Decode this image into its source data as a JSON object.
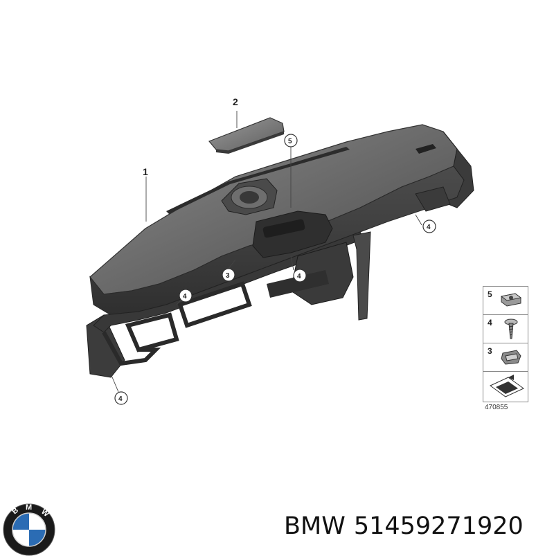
{
  "diagram": {
    "callouts": {
      "dashboard": "1",
      "cover": "2",
      "clip_left": "3",
      "screw_upper_left": "4",
      "screw_lower_left": "4",
      "screw_center": "4",
      "screw_right": "4",
      "clip_nut_top": "5"
    },
    "legend": [
      {
        "number": "5",
        "icon": "clip-nut-icon"
      },
      {
        "number": "4",
        "icon": "screw-icon"
      },
      {
        "number": "3",
        "icon": "spring-clip-icon"
      },
      {
        "number": "",
        "icon": "arrow-sheet-icon"
      }
    ],
    "diagram_id": "470855"
  },
  "caption": {
    "brand": "BMW",
    "part_number": "51459271920"
  },
  "colors": {
    "part_fill": "#5b5b5b",
    "part_dark": "#2e2e2e",
    "part_light": "#8c8c8c",
    "line": "#444444"
  }
}
